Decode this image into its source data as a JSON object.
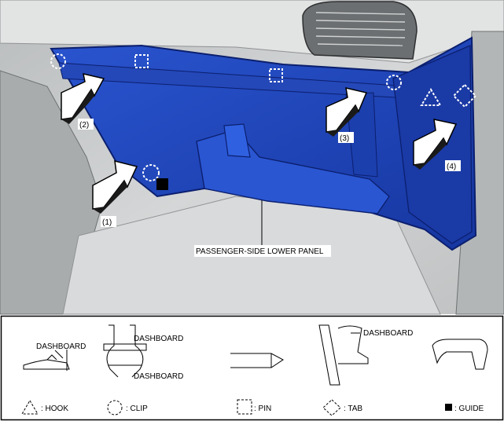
{
  "callouts": {
    "step1": "(1)",
    "step2": "(2)",
    "step3": "(3)",
    "step4": "(4)",
    "panel_label": "PASSENGER-SIDE LOWER PANEL"
  },
  "legend": {
    "dashboard_clip_top": "DASHBOARD",
    "dashboard_clip_bottom": "DASHBOARD",
    "dashboard_hook": "DASHBOARD",
    "dashboard_tab": "DASHBOARD",
    "hook": ": HOOK",
    "clip": ": CLIP",
    "pin": ": PIN",
    "tab": ": TAB",
    "guide": ": GUIDE"
  },
  "colors": {
    "panel_blue": "#1f44b8",
    "panel_edge": "#0b1f6e",
    "background_gray": "#c9cbcc",
    "arrow_fill": "#ffffff"
  }
}
